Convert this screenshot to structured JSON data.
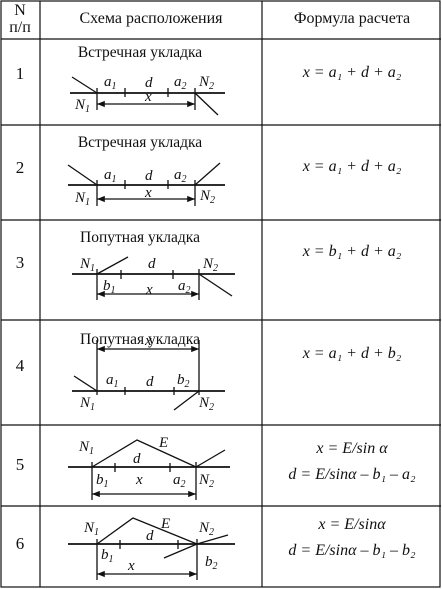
{
  "header": {
    "n_line1": "N",
    "n_line2": "п/п",
    "scheme": "Схема расположения",
    "formula": "Формула расчета"
  },
  "rows": [
    {
      "n": "1",
      "caption": "Встречная укладка",
      "labels": {
        "a1": "a",
        "a1s": "1",
        "d": "d",
        "a2": "a",
        "a2s": "2",
        "x": "x",
        "N1": "N",
        "N1s": "1",
        "N2": "N",
        "N2s": "2"
      },
      "formulas": [
        "x = a₁ + d + a₂"
      ]
    },
    {
      "n": "2",
      "caption": "Встречная укладка",
      "labels": {
        "a1": "a",
        "a1s": "1",
        "d": "d",
        "a2": "a",
        "a2s": "2",
        "x": "x",
        "N1": "N",
        "N1s": "1",
        "N2": "N",
        "N2s": "2"
      },
      "formulas": [
        "x = a₁ + d + a₂"
      ]
    },
    {
      "n": "3",
      "caption": "Попутная укладка",
      "labels": {
        "b1": "b",
        "b1s": "1",
        "d": "d",
        "a2": "a",
        "a2s": "2",
        "x": "x",
        "N1": "N",
        "N1s": "1",
        "N2": "N",
        "N2s": "2"
      },
      "formulas": [
        "x = b₁ + d + a₂"
      ]
    },
    {
      "n": "4",
      "caption": "Попутная укладка",
      "labels": {
        "a1": "a",
        "a1s": "1",
        "d": "d",
        "b2": "b",
        "b2s": "2",
        "x": "x",
        "N1": "N",
        "N1s": "1",
        "N2": "N",
        "N2s": "2"
      },
      "formulas": [
        "x = a₁ + d + b₂"
      ]
    },
    {
      "n": "5",
      "caption": "",
      "labels": {
        "E": "E",
        "b1": "b",
        "b1s": "1",
        "d": "d",
        "a2": "a",
        "a2s": "2",
        "x": "x",
        "N1": "N",
        "N1s": "1",
        "N2": "N",
        "N2s": "2"
      },
      "formulas": [
        "x = E/sin α",
        "d = E/sinα – b₁ – a₂"
      ]
    },
    {
      "n": "6",
      "caption": "",
      "labels": {
        "E": "E",
        "b1": "b",
        "b1s": "1",
        "d": "d",
        "b2": "b",
        "b2s": "2",
        "x": "x",
        "N1": "N",
        "N1s": "1",
        "N2": "N",
        "N2s": "2"
      },
      "formulas": [
        "x = E/sinα",
        "d = E/sinα – b₁ – b₂"
      ]
    }
  ]
}
